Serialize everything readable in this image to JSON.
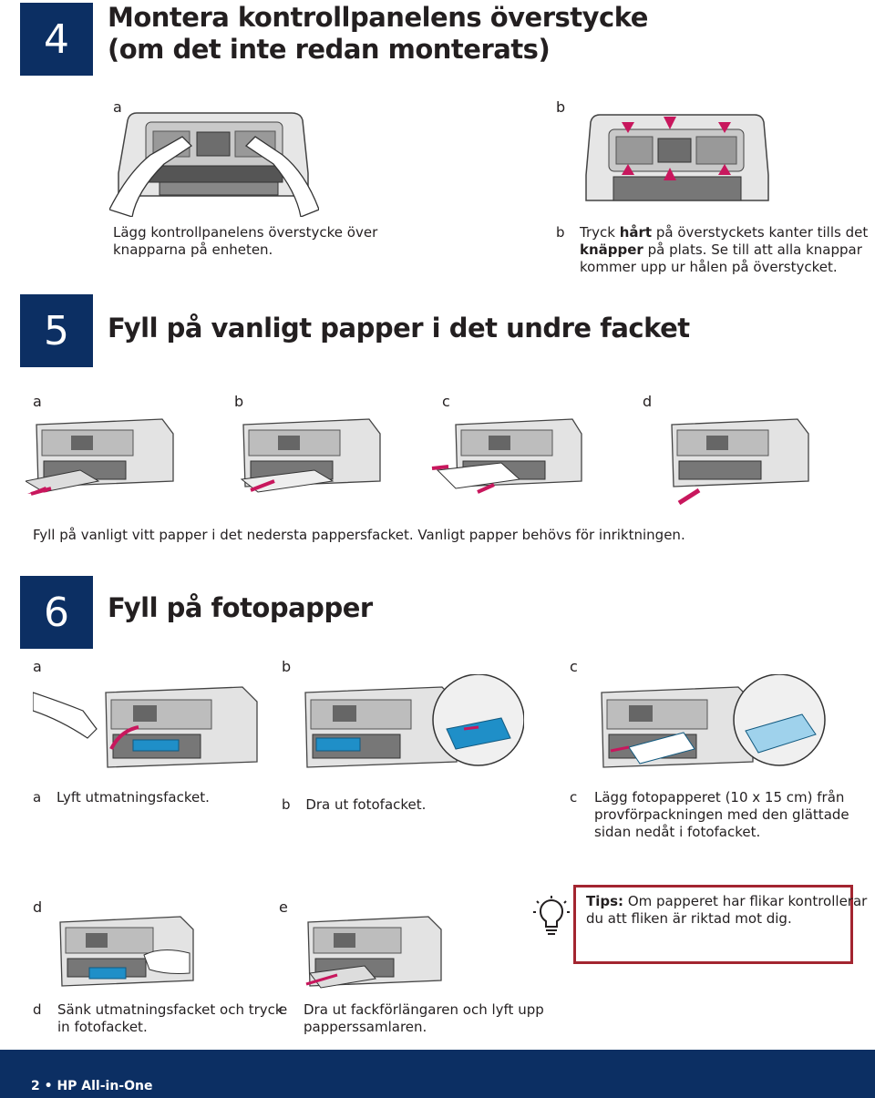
{
  "step4": {
    "number": "4",
    "title_line1": "Montera kontrollpanelens överstycke",
    "title_line2": "(om det inte redan monterats)",
    "a": {
      "letter": "a",
      "text_line1": "Lägg kontrollpanelens överstycke över",
      "text_line2": "knapparna på enheten."
    },
    "b": {
      "letter": "b",
      "text_pre": "Tryck ",
      "text_bold1": "hårt",
      "text_mid": " på överstyckets kanter tills det",
      "text_bold2": "knäpper",
      "text_line2_rest": "  på plats. Se till att alla knappar",
      "text_line3": "kommer upp ur hålen på överstycket."
    }
  },
  "step5": {
    "number": "5",
    "title": "Fyll på vanligt papper i det undre facket",
    "letters": [
      "a",
      "b",
      "c",
      "d"
    ],
    "caption": "Fyll på vanligt vitt papper i det nedersta pappersfacket. Vanligt papper behövs för inriktningen."
  },
  "step6": {
    "number": "6",
    "title": "Fyll på fotopapper",
    "a": {
      "letter": "a",
      "text": "Lyft utmatningsfacket."
    },
    "b": {
      "letter": "b",
      "text": "Dra ut fotofacket."
    },
    "c": {
      "letter": "c",
      "text_line1": "Lägg fotopapperet (10 x 15 cm) från",
      "text_line2": "provförpackningen med den glättade",
      "text_line3": "sidan nedåt i fotofacket."
    },
    "d": {
      "letter": "d",
      "text_line1": "Sänk utmatningsfacket och tryck",
      "text_line2": "in fotofacket."
    },
    "e": {
      "letter": "e",
      "text_line1": "Dra ut fackförlängaren och lyft upp",
      "text_line2": "papperssamlaren."
    }
  },
  "tip": {
    "label": "Tips:",
    "text_line1": " Om papperet har flikar kontrollerar",
    "text_line2": "du att fliken är riktad mot dig."
  },
  "footer": {
    "text": "2 • HP All-in-One"
  },
  "colors": {
    "navy": "#0c2f63",
    "magenta": "#c8175d",
    "tipborder": "#a32530",
    "photoblue": "#1f8fc8"
  }
}
